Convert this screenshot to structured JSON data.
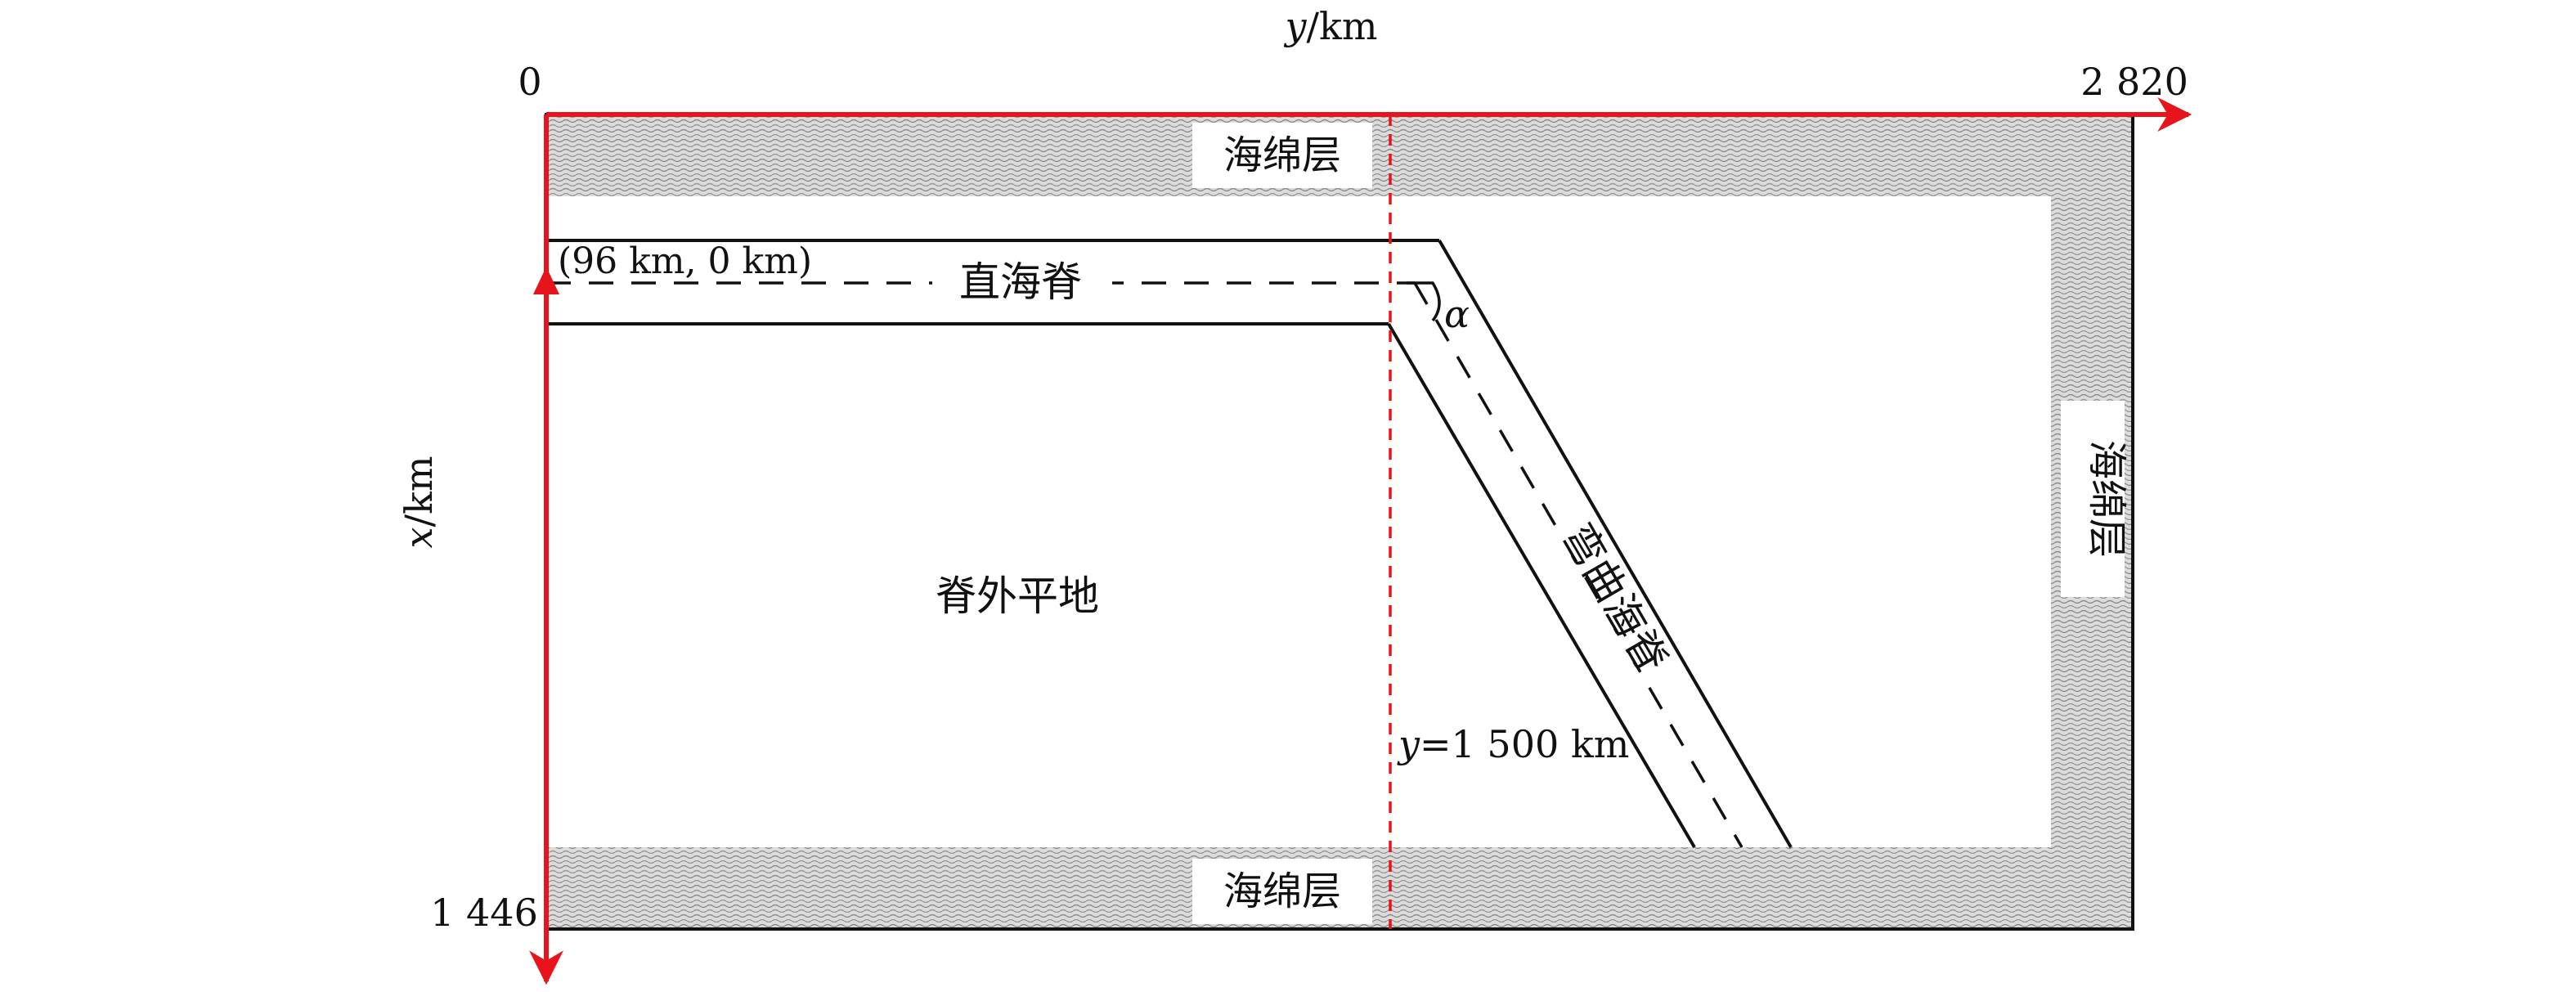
{
  "axes": {
    "y_axis_label_var": "y",
    "y_axis_label_unit": "/km",
    "x_axis_label_var": "x",
    "x_axis_label_unit": "/km",
    "origin_label": "0",
    "y_max_label": "2 820",
    "x_max_label": "1 446"
  },
  "regions": {
    "sponge_top": "海绵层",
    "sponge_bottom": "海绵层",
    "sponge_right": "海绵层",
    "straight_ridge": "直海脊",
    "curved_ridge": "弯曲海脊",
    "flat_region": "脊外平地"
  },
  "annotations": {
    "point_label": "(96 km, 0 km)",
    "angle_label": "α",
    "line_label_var": "y",
    "line_label_value": "=1 500 km"
  },
  "colors": {
    "axis": "#e8141c",
    "outline": "#111111",
    "sponge_fill": "#d9d9d9"
  }
}
